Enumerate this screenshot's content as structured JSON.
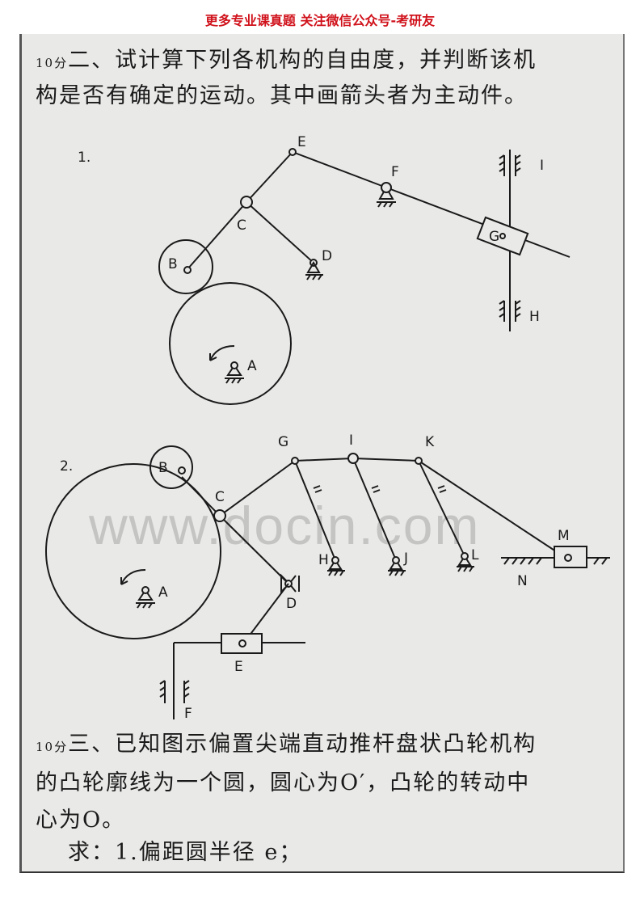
{
  "banner": "更多专业课真题 关注微信公众号-考研友",
  "q2": {
    "points": "10分",
    "line1": "二、试计算下列各机构的自由度，并判断该机",
    "line2": "构是否有确定的运动。其中画箭头者为主动件。"
  },
  "fig1": {
    "number": "1.",
    "labels": {
      "E": "E",
      "F": "F",
      "C": "C",
      "B": "B",
      "D": "D",
      "G": "G",
      "I": "I",
      "H": "H",
      "A": "A"
    }
  },
  "fig2": {
    "number": "2.",
    "labels": {
      "B": "B",
      "C": "C",
      "G": "G",
      "I": "I",
      "K": "K",
      "H": "H",
      "J": "J",
      "L": "L",
      "M": "M",
      "N": "N",
      "A": "A",
      "D": "D",
      "E": "E",
      "F": "F"
    }
  },
  "q3": {
    "points": "10分",
    "line1": "三、已知图示偏置尖端直动推杆盘状凸轮机构",
    "line2": "的凸轮廓线为一个圆，圆心为O′，凸轮的转动中",
    "line3": "心为O。",
    "line4": "求：1.偏距圆半径 e；"
  },
  "watermark": "www.docin.com"
}
